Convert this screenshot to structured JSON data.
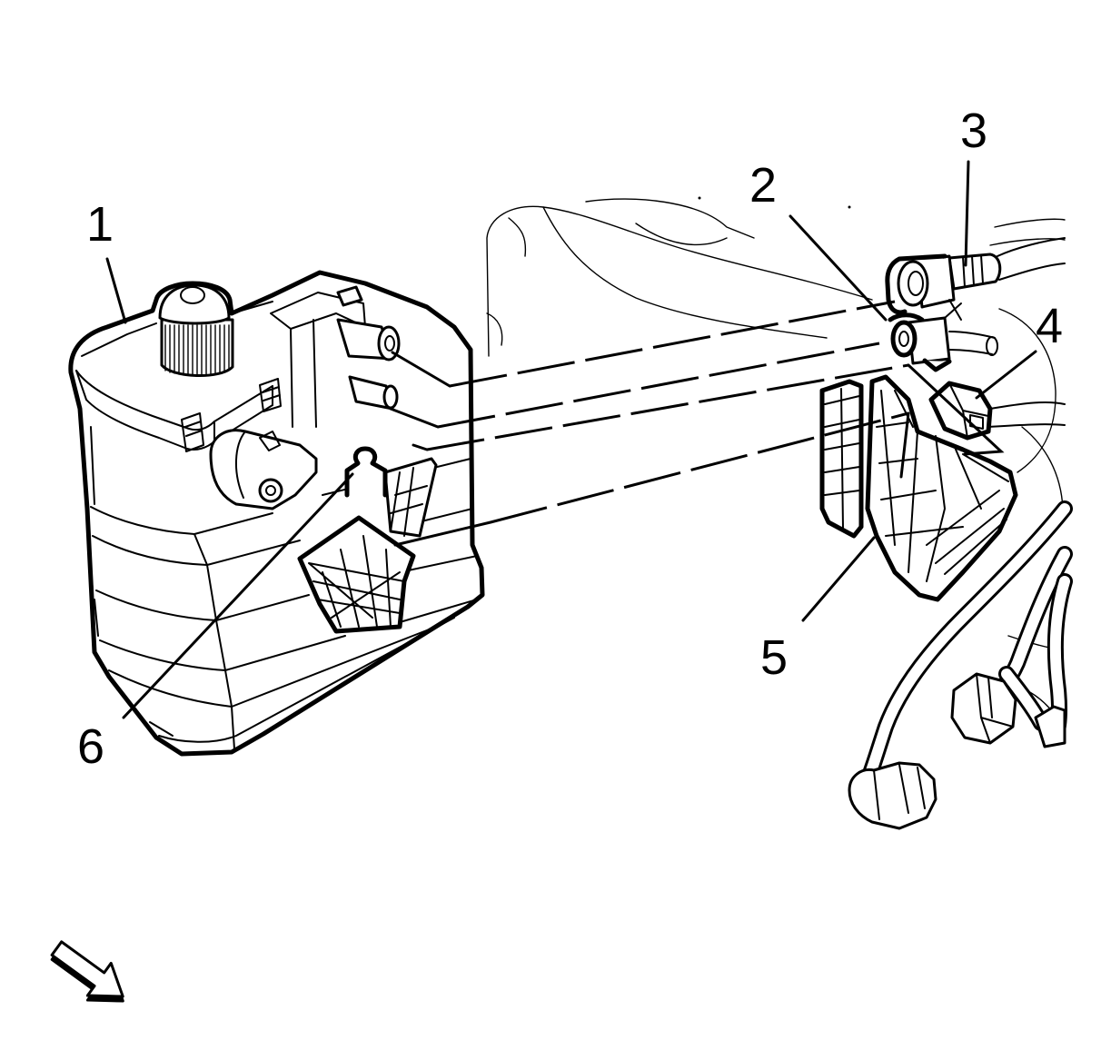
{
  "figure": {
    "callouts": [
      {
        "label": "1"
      },
      {
        "label": "2"
      },
      {
        "label": "3"
      },
      {
        "label": "4"
      },
      {
        "label": "5"
      },
      {
        "label": "6"
      }
    ]
  },
  "icons": {
    "view_direction": "view-direction-arrow-icon"
  },
  "colors": {
    "line_art": "#000000",
    "background": "#ffffff"
  }
}
